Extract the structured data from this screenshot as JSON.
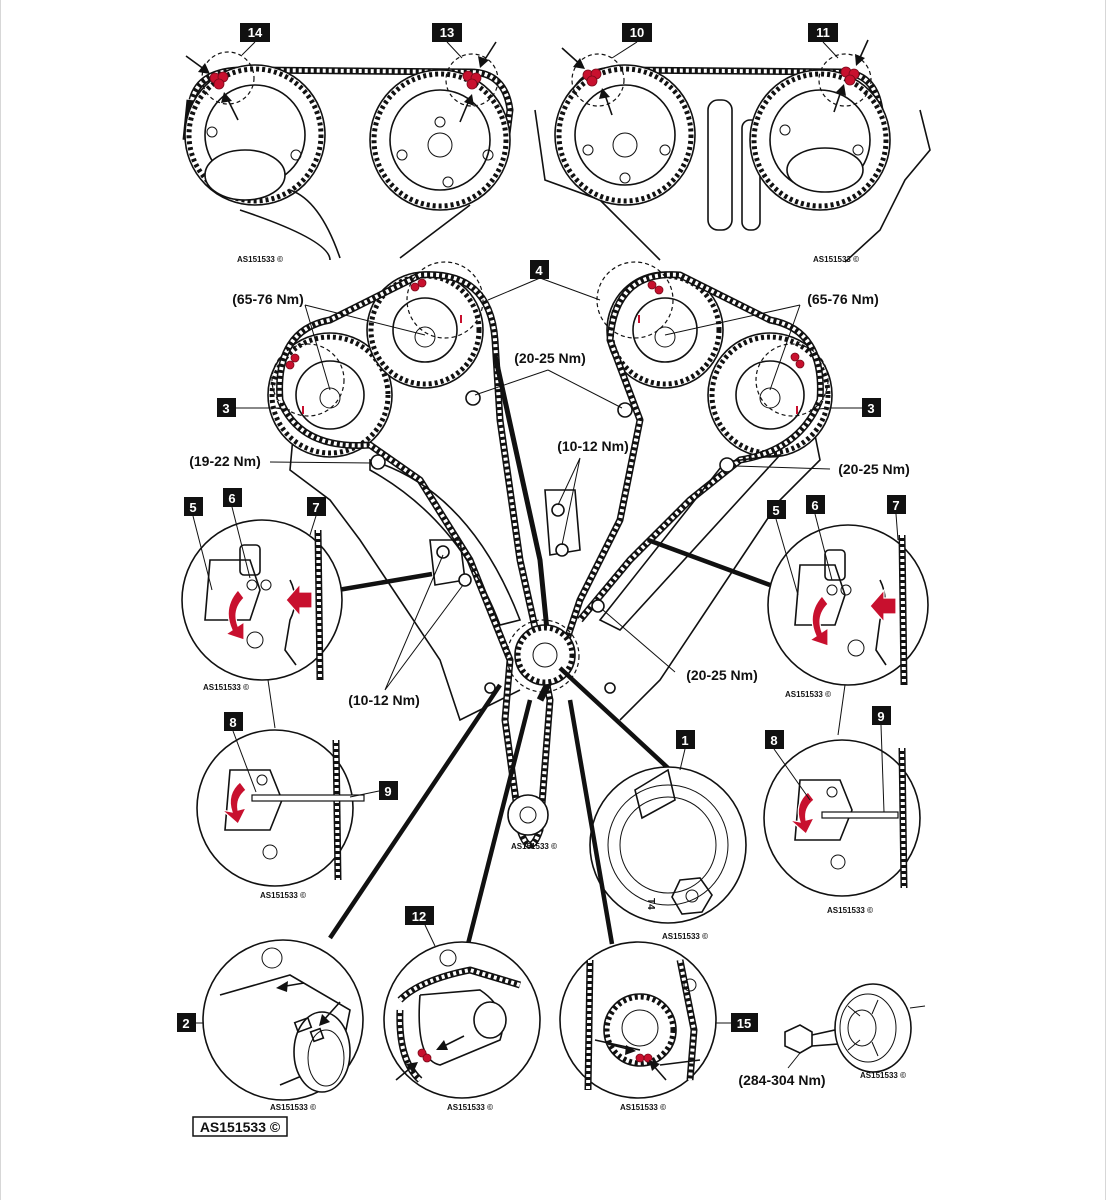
{
  "callouts": {
    "c1": "1",
    "c2": "2",
    "c3_left": "3",
    "c3_right": "3",
    "c4": "4",
    "c5_left": "5",
    "c5_right": "5",
    "c6_left": "6",
    "c6_right": "6",
    "c7_left": "7",
    "c7_right": "7",
    "c8_left": "8",
    "c8_right": "8",
    "c9_left": "9",
    "c9_right": "9",
    "c10": "10",
    "c11": "11",
    "c12": "12",
    "c13": "13",
    "c14": "14",
    "c15": "15"
  },
  "torques": {
    "cam_left": "(65-76 Nm)",
    "cam_right": "(65-76 Nm)",
    "guide_top": "(20-25 Nm)",
    "tensioner_center": "(10-12 Nm)",
    "guide_left": "(19-22 Nm)",
    "guide_right": "(20-25 Nm)",
    "guide_lower": "(20-25 Nm)",
    "tensioner_left": "(10-12 Nm)",
    "crank_bolt": "(284-304 Nm)"
  },
  "refs": {
    "top_left": "AS151533 ©",
    "top_right": "AS151533 ©",
    "detail_tensioner_left": "AS151533 ©",
    "detail_tensioner_right": "AS151533 ©",
    "detail_pin_left": "AS151533 ©",
    "detail_pin_right": "AS151533 ©",
    "main": "AS151533 ©",
    "detail_crank_front": "AS151533 ©",
    "detail_key": "AS151533 ©",
    "detail_guide": "AS151533 ©",
    "detail_crank_mark": "AS151533 ©",
    "detail_pulley": "AS151533 ©",
    "figure_id": "AS151533 ©"
  },
  "markings": {
    "crank_stamp": "T4"
  },
  "colors": {
    "mark_red": "#c8102e",
    "label_bg": "#111111",
    "line": "#111111"
  }
}
